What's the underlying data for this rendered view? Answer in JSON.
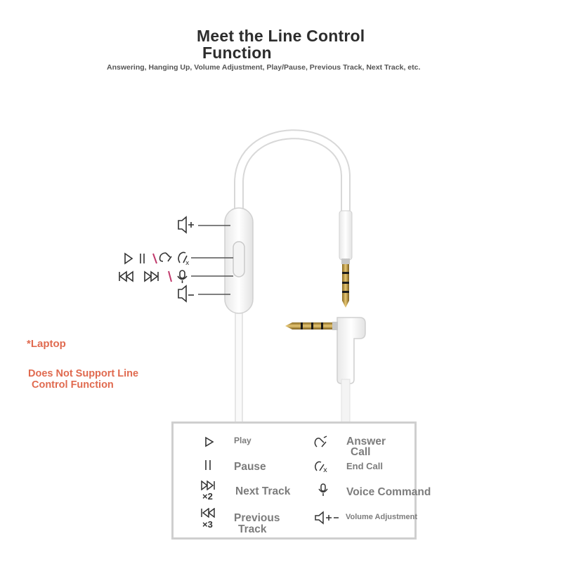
{
  "header": {
    "title_line1": "Meet the Line Control",
    "title_line2": "Function",
    "subtitle": "Answering, Hanging Up, Volume Adjustment, Play/Pause, Previous Track, Next Track, etc."
  },
  "note": {
    "title": "*Laptop",
    "line1": "Does Not Support Line",
    "line2": "Control Function"
  },
  "legend": {
    "items": [
      {
        "icon": "play-icon",
        "label": "Play"
      },
      {
        "icon": "pause-icon",
        "label": "Pause"
      },
      {
        "icon": "next-track-icon",
        "label": "Next Track",
        "multiplier": "×2"
      },
      {
        "icon": "previous-track-icon",
        "label_line1": "Previous",
        "label_line2": "Track",
        "multiplier": "×3"
      },
      {
        "icon": "answer-call-icon",
        "label_line1": "Answer",
        "label_line2": "Call"
      },
      {
        "icon": "end-call-icon",
        "label": "End Call"
      },
      {
        "icon": "microphone-icon",
        "label": "Voice Command"
      },
      {
        "icon": "volume-adjust-icon",
        "label": "Volume Adjustment"
      }
    ]
  },
  "colors": {
    "accent": "#e06a4f",
    "cable": "#ffffff",
    "gold": "#c9a64a",
    "legend_border": "#cfcfcf"
  }
}
